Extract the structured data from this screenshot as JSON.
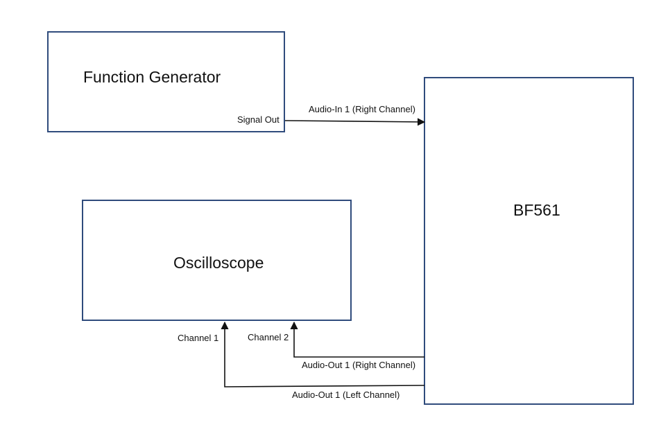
{
  "blocks": {
    "function_generator": {
      "title": "Function Generator",
      "port_label": "Signal Out"
    },
    "oscilloscope": {
      "title": "Oscilloscope",
      "channel1_label": "Channel 1",
      "channel2_label": "Channel 2"
    },
    "bf561": {
      "title": "BF561"
    }
  },
  "connections": {
    "audio_in_right": "Audio-In 1 (Right Channel)",
    "audio_out_right": "Audio-Out 1 (Right Channel)",
    "audio_out_left": "Audio-Out 1 (Left Channel)"
  },
  "colors": {
    "block_border": "#2f4b7c",
    "wire": "#111111",
    "text": "#111111"
  }
}
